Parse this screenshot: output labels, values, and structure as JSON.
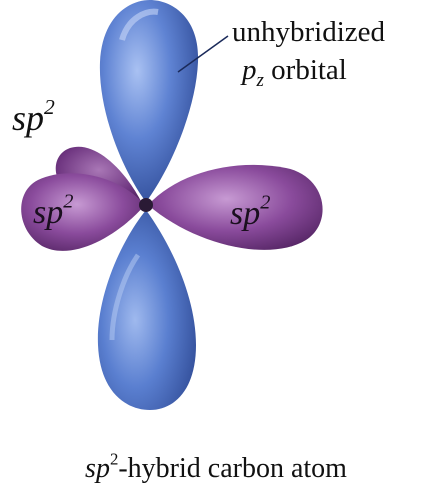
{
  "labels": {
    "unhybridized_line1": "unhybridized",
    "unhybridized_p": "p",
    "unhybridized_sub": "z",
    "unhybridized_rest": " orbital",
    "sp2_base": "sp",
    "sp2_sup": "2",
    "caption_base": "sp",
    "caption_sup": "2",
    "caption_rest": "-hybrid carbon atom"
  },
  "colors": {
    "p_orbital": "#5b7fd0",
    "sp2_orbital": "#7a3e8a",
    "background": "#ffffff",
    "text": "#111111"
  }
}
